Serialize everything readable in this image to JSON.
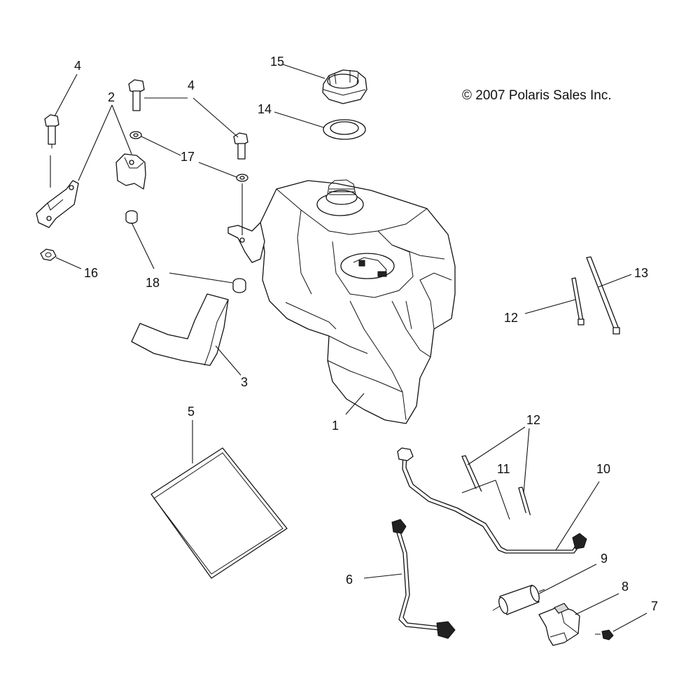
{
  "diagram": {
    "copyright": "© 2007 Polaris Sales Inc.",
    "callouts": {
      "c1": "1",
      "c2": "2",
      "c3": "3",
      "c4a": "4",
      "c4b": "4",
      "c5": "5",
      "c6": "6",
      "c7": "7",
      "c8": "8",
      "c9": "9",
      "c10": "10",
      "c11": "11",
      "c12a": "12",
      "c12b": "12",
      "c13": "13",
      "c14": "14",
      "c15": "15",
      "c16": "16",
      "c17": "17",
      "c18": "18"
    }
  }
}
